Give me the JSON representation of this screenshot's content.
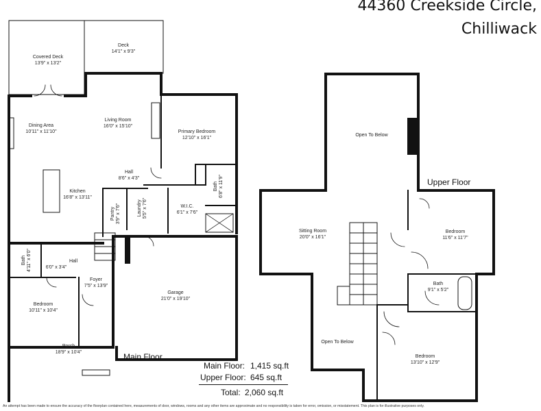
{
  "address": {
    "line1": "44360 Creekside Circle,",
    "line2": "Chilliwack"
  },
  "floor_labels": {
    "main": "Main Floor",
    "upper": "Upper Floor"
  },
  "rooms": {
    "covered_deck": {
      "name": "Covered Deck",
      "dims": "13'9\" x 13'2\""
    },
    "deck": {
      "name": "Deck",
      "dims": "14'1\" x 9'3\""
    },
    "dining": {
      "name": "Dining Area",
      "dims": "10'11\" x 11'10\""
    },
    "living": {
      "name": "Living Room",
      "dims": "16'0\" x 15'10\""
    },
    "primary": {
      "name": "Primary Bedroom",
      "dims": "12'10\" x 16'1\""
    },
    "hall1": {
      "name": "Hall",
      "dims": "8'6\" x 4'3\""
    },
    "kitchen": {
      "name": "Kitchen",
      "dims": "16'8\" x 13'11\""
    },
    "bath_main": {
      "name": "Bath",
      "dims": "6'8\" x 11'9\""
    },
    "wic": {
      "name": "W.I.C.",
      "dims": "6'1\" x 7'6\""
    },
    "pantry": {
      "name": "Pantry",
      "dims": "3'9\" x 7'6\""
    },
    "laundry": {
      "name": "Laundry",
      "dims": "5'5\" x 7'6\""
    },
    "bath_small": {
      "name": "Bath",
      "dims": "4'11\" x 6'0\""
    },
    "hall2": {
      "name": "Hall",
      "dims": "6'0\" x 3'4\""
    },
    "foyer": {
      "name": "Foyer",
      "dims": "7'5\" x 13'9\""
    },
    "garage": {
      "name": "Garage",
      "dims": "21'0\" x 19'10\""
    },
    "bedroom_main": {
      "name": "Bedroom",
      "dims": "10'11\" x 10'4\""
    },
    "porch": {
      "name": "Porch",
      "dims": "18'9\" x 10'4\""
    },
    "open_below1": {
      "name": "Open To Below"
    },
    "sitting": {
      "name": "Sitting Room",
      "dims": "20'0\" x 16'1\""
    },
    "bedroom_up1": {
      "name": "Bedroom",
      "dims": "11'6\" x 11'7\""
    },
    "bath_up": {
      "name": "Bath",
      "dims": "9'1\" x 5'2\""
    },
    "open_below2": {
      "name": "Open To Below"
    },
    "bedroom_up2": {
      "name": "Bedroom",
      "dims": "13'10\" x 12'9\""
    }
  },
  "totals": {
    "main_label": "Main Floor:",
    "main_value": "1,415 sq.ft",
    "upper_label": "Upper Floor:",
    "upper_value": "645  sq.ft",
    "total_label": "Total:",
    "total_value": "2,060 sq.ft"
  },
  "disclaimer": "An attempt has been made to ensure the accuracy of the floorplan contained here, measurements of door, windows, rooms and any other items are approximate and no responsibility is taken for error, omission, or misstatement. This plan is for illustrative purposes only."
}
